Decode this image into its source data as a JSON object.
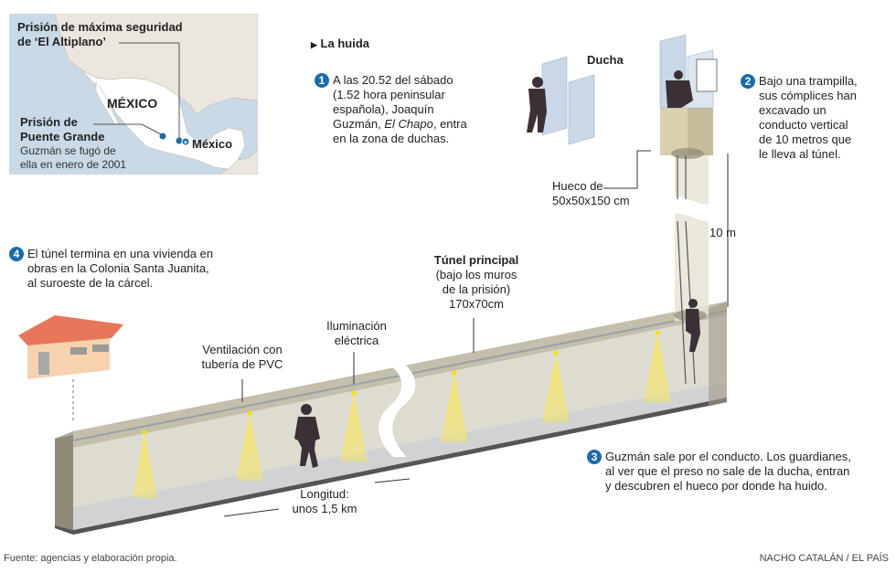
{
  "map": {
    "altiplano_label_line1": "Prisión de máxima seguridad",
    "altiplano_label_line2": "de ‘El Altiplano’",
    "country_label": "MÉXICO",
    "puente_label_line1": "Prisión de",
    "puente_label_line2": "Puente Grande",
    "puente_note_line1": "Guzmán se fugó de",
    "puente_note_line2": "ella en enero de 2001",
    "city_label": "México"
  },
  "section_title": "La huida",
  "steps": [
    {
      "number": "1",
      "lines": [
        "A las 20.52 del sábado",
        "(1.52 hora peninsular",
        "española), Joaquín"
      ],
      "line4_pre": "Guzmán, ",
      "line4_italic": "El Chapo",
      "line4_post": ", entra",
      "line5": "en la zona de duchas."
    },
    {
      "number": "2",
      "lines": [
        "Bajo una trampilla,",
        "sus cómplices han",
        "excavado un",
        "conducto vertical",
        "de 10 metros que",
        "le lleva al túnel."
      ]
    },
    {
      "number": "3",
      "lines": [
        "Guzmán sale por el conducto. Los guardianes,",
        "al ver que el preso no sale de la ducha, entran",
        "y descubren el hueco por donde ha huido."
      ]
    },
    {
      "number": "4",
      "lines": [
        "El túnel termina en una vivienda en",
        "obras en la Colonia Santa Juanita,",
        "al suroeste de la cárcel."
      ]
    }
  ],
  "labels": {
    "ducha": "Ducha",
    "hueco_line1": "Hueco de",
    "hueco_line2": "50x50x150 cm",
    "depth": "10 m",
    "tunel_title": "Túnel principal",
    "tunel_line2": "(bajo los muros",
    "tunel_line3": "de la prisión)",
    "tunel_line4": "170x70cm",
    "iluminacion_line1": "Iluminación",
    "iluminacion_line2": "eléctrica",
    "ventilacion_line1": "Ventilación con",
    "ventilacion_line2": "tubería de PVC",
    "longitud_line1": "Longitud:",
    "longitud_line2": "unos 1,5 km"
  },
  "footer": {
    "source": "Fuente: agencias y elaboración propia.",
    "credit": "NACHO CATALÁN / EL PAÍS"
  },
  "colors": {
    "accent": "#1b6ca8",
    "sea": "#c9d9e6",
    "land": "#ebe7df",
    "mexico": "#ffffff",
    "tunnel_top": "#b3ad9c",
    "tunnel_wall": "#dedcd0",
    "tunnel_side": "#8f8a78",
    "light": "#f4e66a",
    "roof": "#e8765a",
    "house": "#f6d2ae",
    "silhouette": "#3a3036"
  }
}
